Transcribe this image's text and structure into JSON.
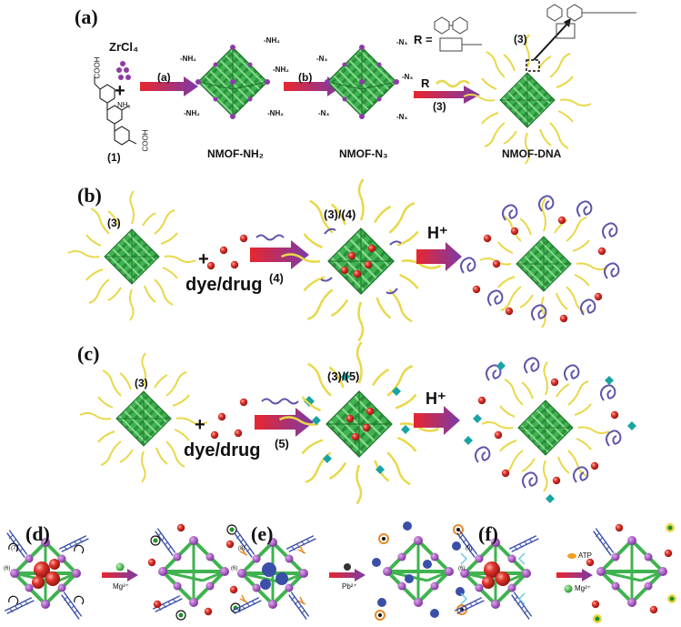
{
  "panels": {
    "a": {
      "label": "(a)",
      "reagent": "ZrCl₄",
      "plus": "+",
      "linker_cooh_top": "COOH",
      "linker_nh2": "NH₂",
      "linker_cooh_bottom": "COOH",
      "linker_id": "(1)",
      "step1": "(a)",
      "step2": "(b)",
      "step3": "(3)",
      "r_eq": "R =",
      "r_side": "R",
      "product1": "NMOF-NH₂",
      "product2": "NMOF-N₃",
      "product3": "NMOF-DNA",
      "inset_id": "(3)",
      "group_nh2": "-NH₂",
      "group_n3": "-N₃"
    },
    "b": {
      "label": "(b)",
      "start_id": "(3)",
      "plus": "+",
      "dye": "dye/drug",
      "reagent_id": "(4)",
      "complex_id": "(3)/(4)",
      "trigger": "H⁺"
    },
    "c": {
      "label": "(c)",
      "start_id": "(3)",
      "plus": "+",
      "dye": "dye/drug",
      "reagent_id": "(5)",
      "complex_id": "(3)/(5)",
      "trigger": "H⁺"
    },
    "d": {
      "label": "(d)",
      "strand_id": "(7)",
      "core_id": "(6)",
      "trigger": "Mg²⁺"
    },
    "e": {
      "label": "(e)",
      "strand_id": "(8)",
      "core_id": "(6)",
      "trigger": "Pb²⁺"
    },
    "f": {
      "label": "(f)",
      "strand_id": "(9)",
      "core_id": "(6)",
      "trigger_1": "ATP",
      "trigger_2": "Mg²⁺"
    }
  },
  "colors": {
    "framework": "#3fb34f",
    "node": "#8e3aa8",
    "dna": "#e8d84a",
    "strand": "#5d55a8",
    "arrow_start": "#e8262f",
    "arrow_end": "#7a3aa8",
    "drug": "#d42a25",
    "cyan": "#1aa3a3"
  }
}
